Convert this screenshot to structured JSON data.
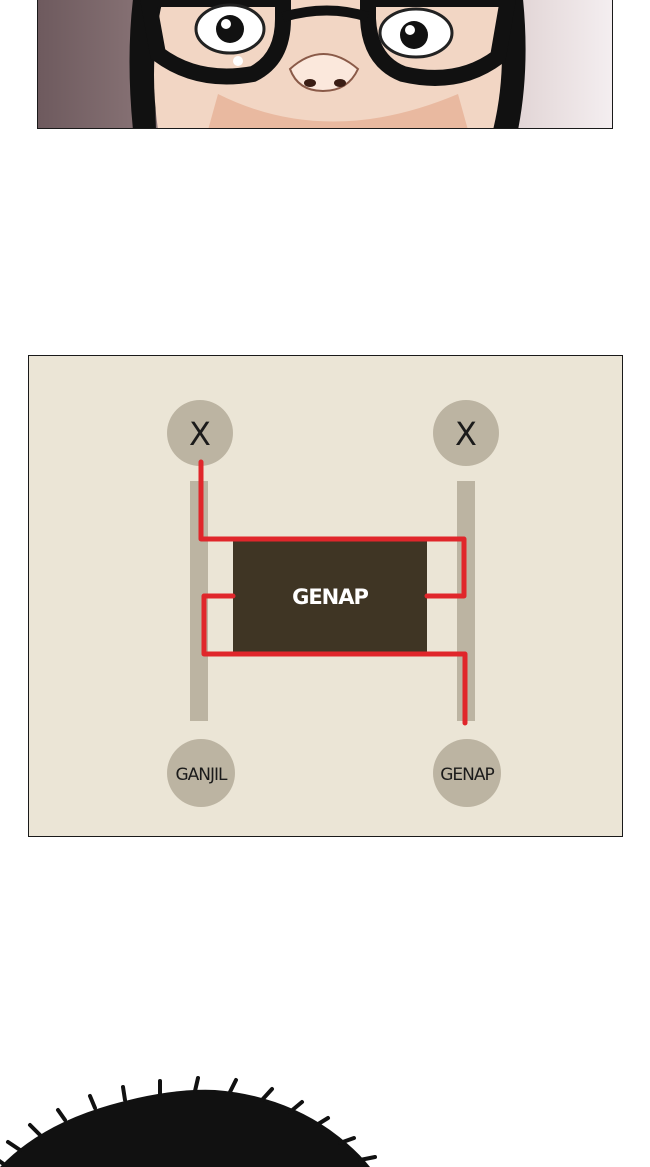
{
  "colors": {
    "diagram_bg": "#ebe5d6",
    "node_fill": "#bcb4a2",
    "rail_fill": "#bcb4a2",
    "box_fill": "#3f3524",
    "path_stroke": "#e0262b",
    "text_dark": "#1b1b1b",
    "text_light": "#ffffff"
  },
  "diagram": {
    "top_left_node": "X",
    "top_right_node": "X",
    "center_box": "GENAP",
    "bottom_left_node": "GANJIL",
    "bottom_right_node": "GENAP"
  },
  "icons": {
    "top_panel": "face-with-glasses-illustration",
    "bottom_panel": "hair-silhouette-illustration"
  }
}
